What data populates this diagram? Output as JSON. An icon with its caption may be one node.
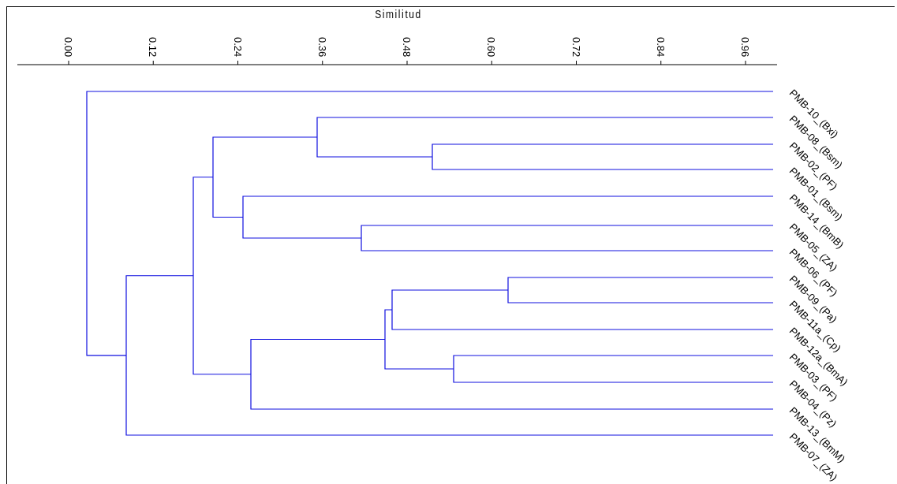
{
  "diagram": {
    "title": "Similitud",
    "labels": [
      "0.00",
      "0.12",
      "0.24",
      "0.36",
      "0.48",
      "0.60",
      "0.72",
      "0.84",
      "0.96",
      "PMB-10_(Bxi)",
      "PMB-08_(Bsm)",
      "PMB-02_(PF)",
      "PMB-01_(Bsm)",
      "PMB-14_(BmB)",
      "PMB-05_(ZA)",
      "PMB-06_(PF)",
      "PMB-09_(Pa)",
      "PMB-11a_(Cp)",
      "PMB-12a_(BmA)",
      "PMB-03_(PF)",
      "PMB-04_(Pz)",
      "PMB-13_(BmM)",
      "PMB-07_(ZA)"
    ]
  }
}
